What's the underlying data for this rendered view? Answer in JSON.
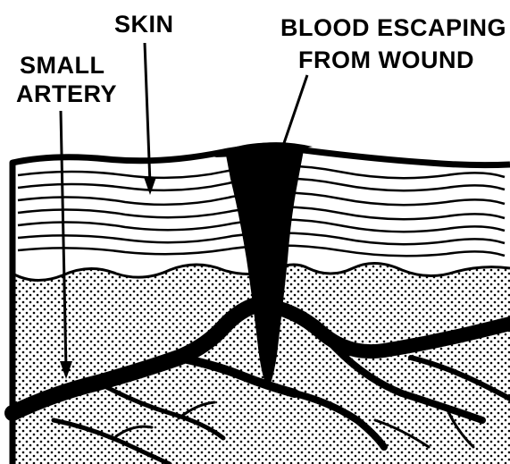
{
  "labels": {
    "skin": "SKIN",
    "small_artery_line1": "SMALL",
    "small_artery_line2": "ARTERY",
    "blood_line1": "BLOOD ESCAPING",
    "blood_line2": "FROM WOUND"
  },
  "colors": {
    "ink": "#000000",
    "paper": "#ffffff"
  }
}
